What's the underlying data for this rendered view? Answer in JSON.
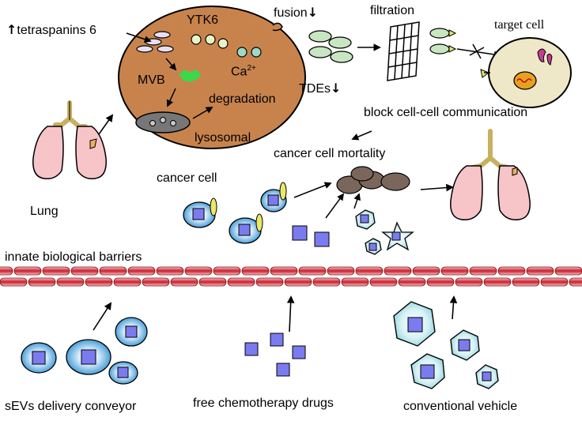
{
  "labels": {
    "tetraspanins": "tetraspanins 6",
    "ytk6": "YTK6",
    "mvb": "MVB",
    "ca": "Ca",
    "ca_sup": "2+",
    "degradation": "degradation",
    "lysosomal": "lysosomal",
    "fusion": "fusion",
    "filtration": "filtration",
    "target_cell": "target cell",
    "tdes": "TDEs",
    "block": "block cell-cell communication",
    "cancer_cell_mortality": "cancer cell mortality",
    "cancer_cell": "cancer cell",
    "lung": "Lung",
    "innate_barriers": "innate biological barriers",
    "sevs": "sEVs delivery conveyor",
    "free_drugs": "free chemotherapy drugs",
    "conventional": "conventional  vehicle"
  },
  "symbols": {
    "up_arrow": "↑",
    "down_arrow": "↓"
  },
  "colors": {
    "cell_body": "#c8834d",
    "vesicle_green": "#c9e6c2",
    "vesicle_yellow": "#e8f0c0",
    "mvb_green": "#3ad84a",
    "target_cell": "#eee8c8",
    "lung_pink": "#f7c4c8",
    "drug_square": "#7b7bf0",
    "sev_blue": "#68b3e8",
    "hex_cyan": "#c6ecf0",
    "barrier_red": "#c8202c",
    "dead_cell": "#7a665a",
    "yellow_ligand": "#e8e86a"
  }
}
